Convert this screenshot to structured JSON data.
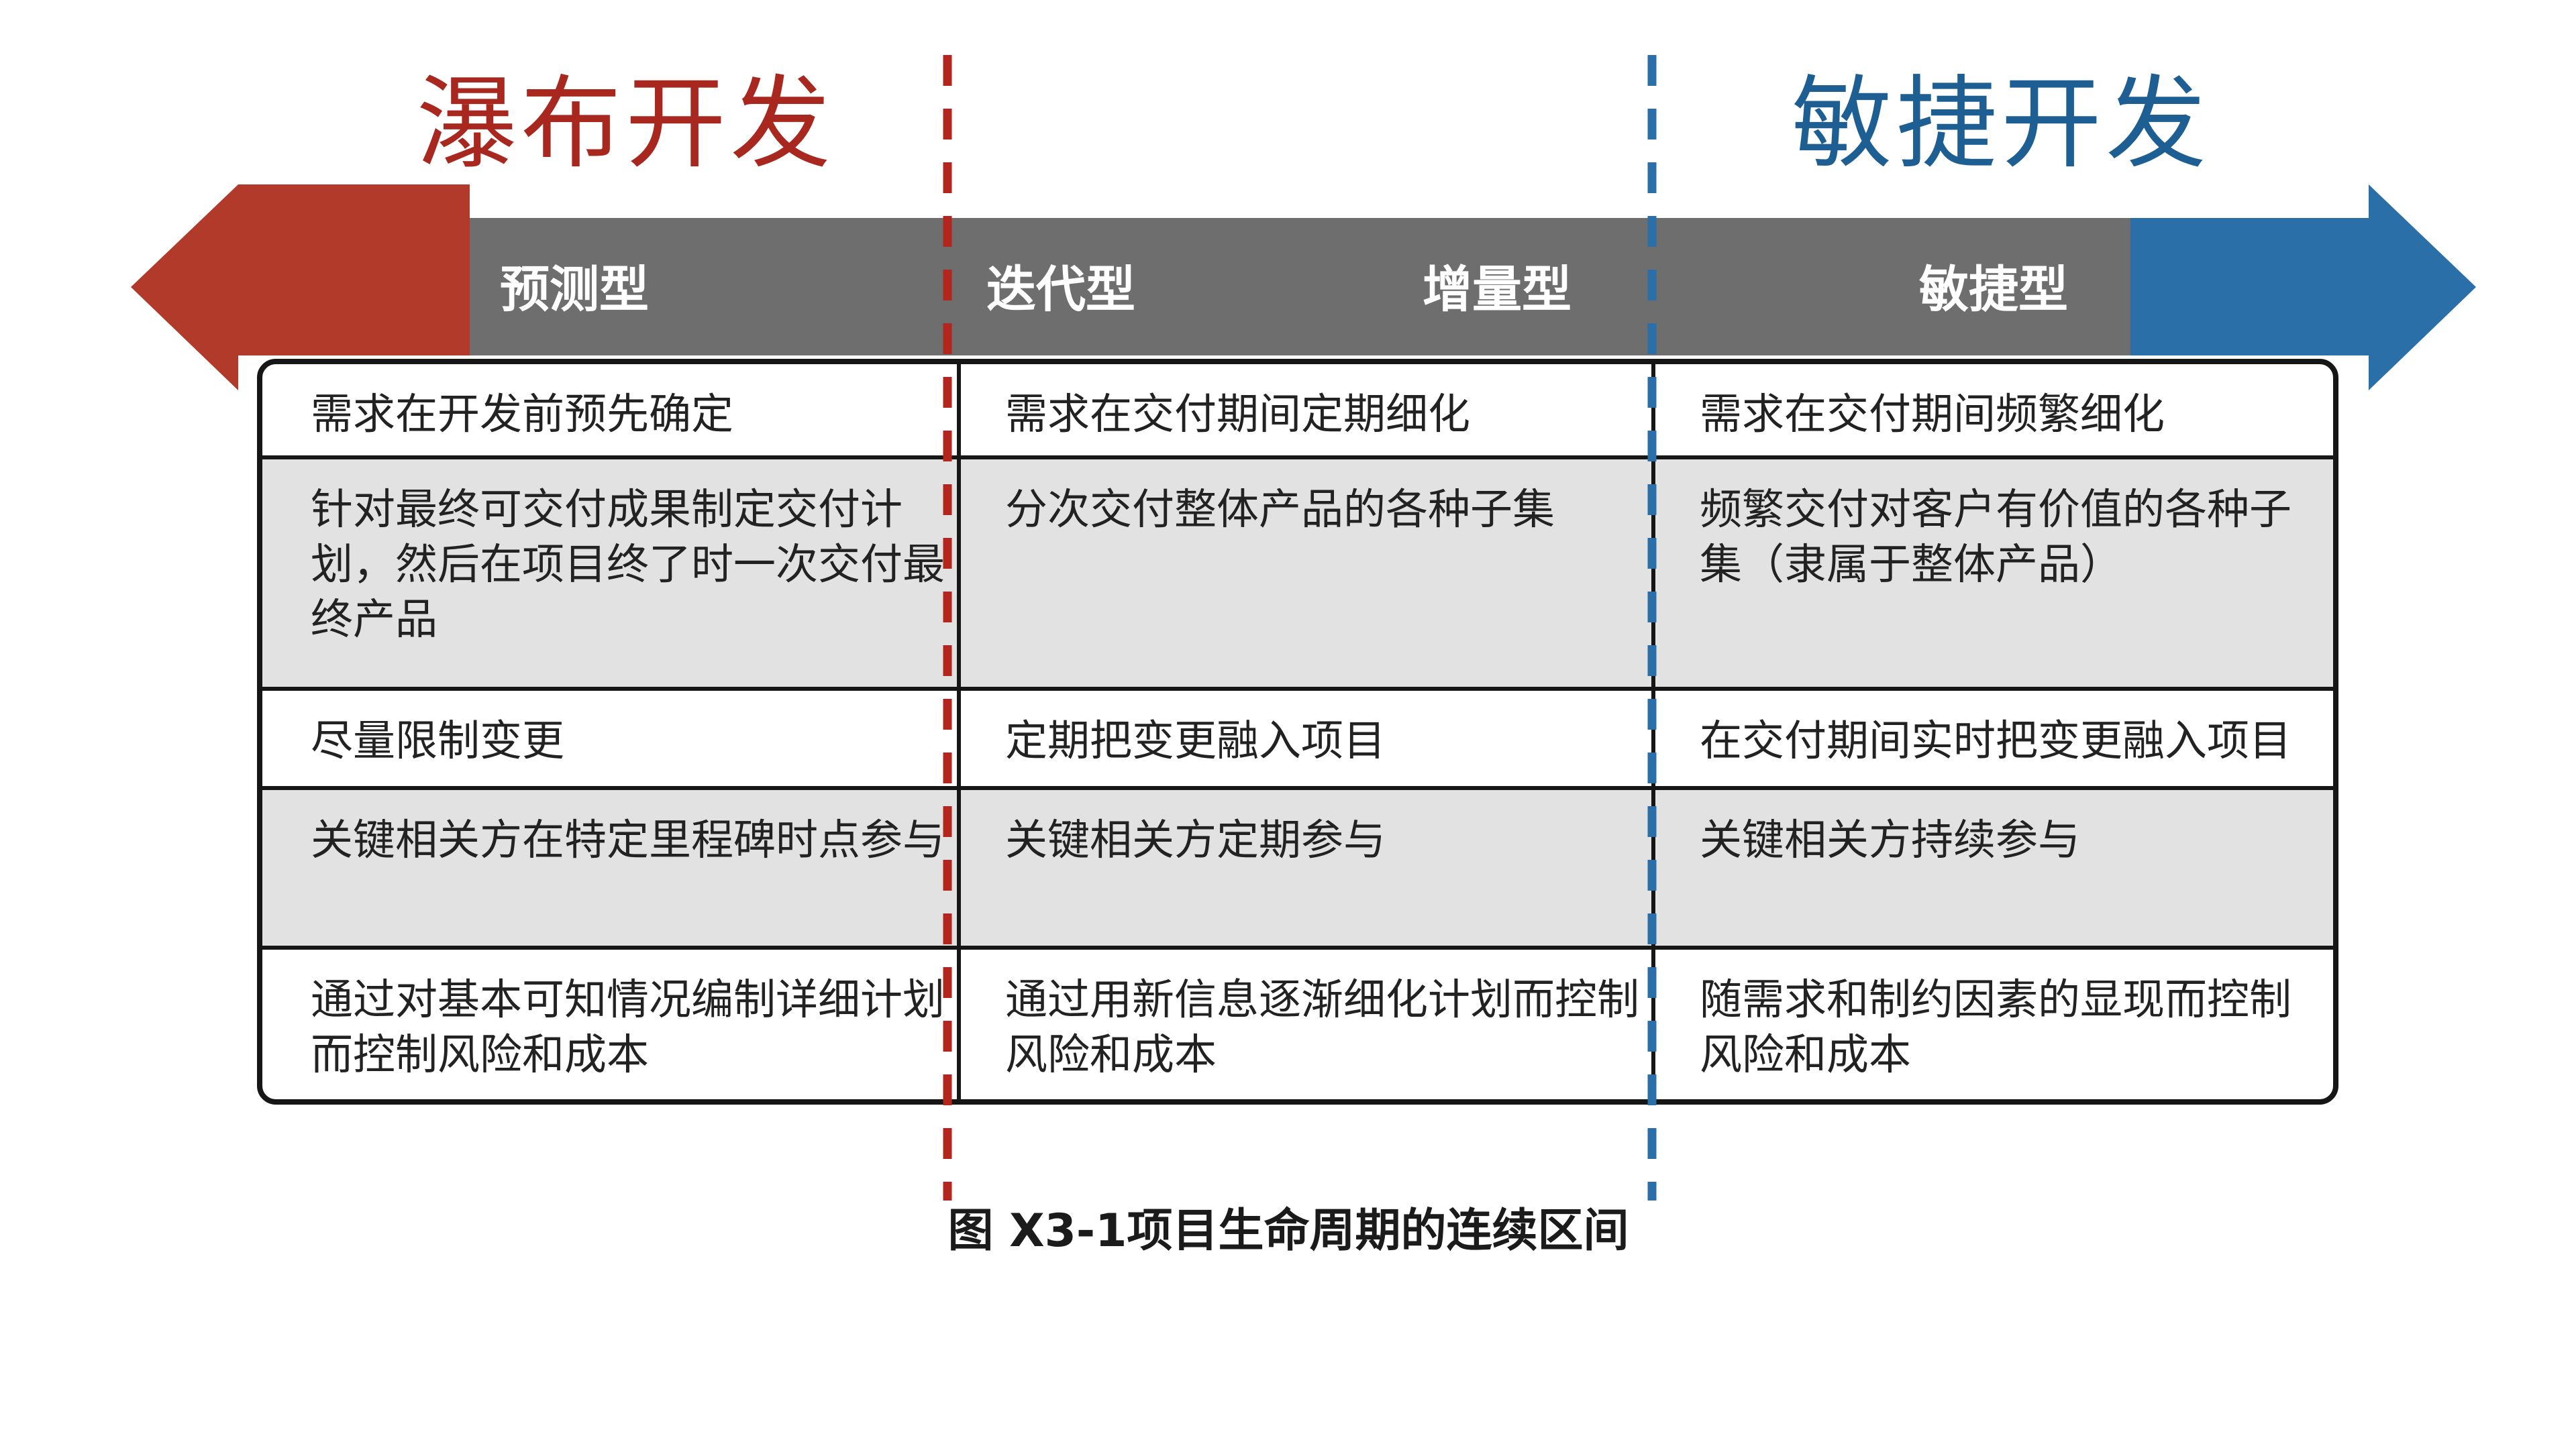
{
  "titles": {
    "left": "瀑布开发",
    "right": "敏捷开发"
  },
  "band": {
    "labels": [
      "预测型",
      "迭代型",
      "增量型",
      "敏捷型"
    ]
  },
  "colors": {
    "waterfall_red": "#b23a2a",
    "waterfall_title": "#a8281f",
    "agile_blue": "#2a6fa8",
    "agile_title": "#1d5e93",
    "band_gray": "#6e6e6e",
    "row_shade": "#e2e2e2"
  },
  "table": {
    "rows": [
      [
        "需求在开发前预先确定",
        "需求在交付期间定期细化",
        "需求在交付期间频繁细化"
      ],
      [
        "针对最终可交付成果制定交付计划，然后在项目终了时一次交付最终产品",
        "分次交付整体产品的各种子集",
        "频繁交付对客户有价值的各种子集（隶属于整体产品）"
      ],
      [
        "尽量限制变更",
        "定期把变更融入项目",
        "在交付期间实时把变更融入项目"
      ],
      [
        "关键相关方在特定里程碑时点参与",
        "关键相关方定期参与",
        "关键相关方持续参与"
      ],
      [
        "通过对基本可知情况编制详细计划而控制风险和成本",
        "通过用新信息逐渐细化计划而控制风险和成本",
        "随需求和制约因素的显现而控制风险和成本"
      ]
    ]
  },
  "caption": "图 X3-1项目生命周期的连续区间"
}
